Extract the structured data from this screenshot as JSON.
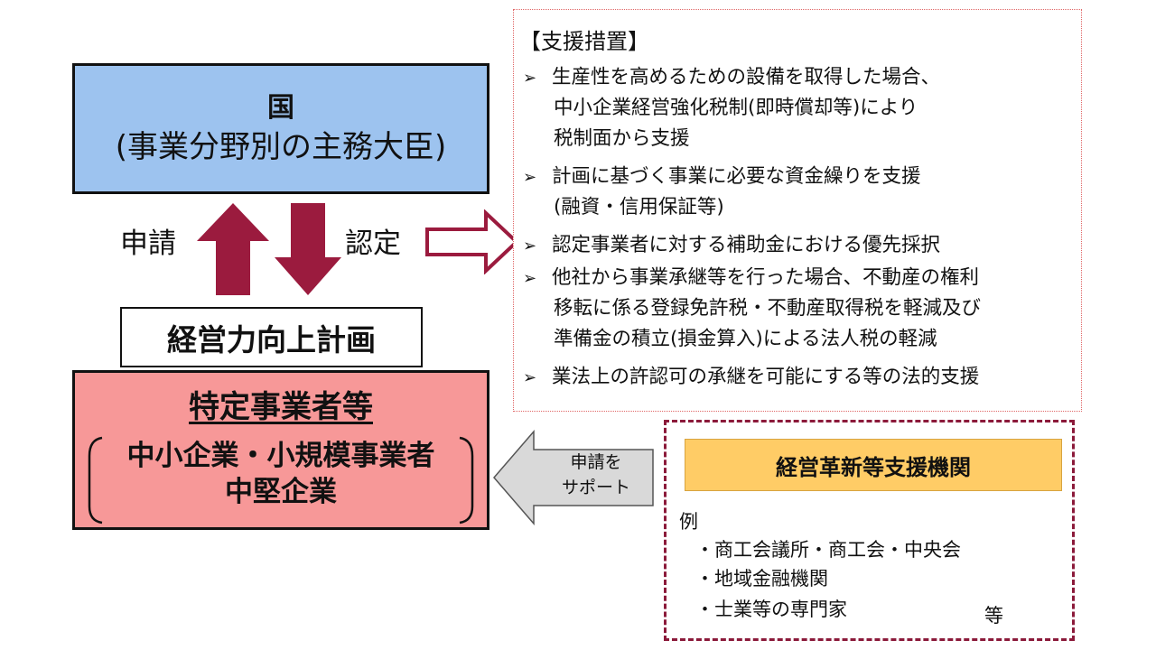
{
  "country": {
    "title": "国",
    "subtitle": "(事業分野別の主務大臣)"
  },
  "flow": {
    "apply_label": "申請",
    "certify_label": "認定"
  },
  "plan": {
    "label": "経営力向上計画"
  },
  "business": {
    "title": "特定事業者等",
    "line1": "中小企業・小規模事業者",
    "line2": "中堅企業"
  },
  "support_measures": {
    "heading": "【支援措置】",
    "items": [
      {
        "mark": "➢",
        "lines": [
          "生産性を高めるための設備を取得した場合、",
          "中小企業経営強化税制(即時償却等)により",
          "税制面から支援"
        ]
      },
      {
        "mark": "➢",
        "lines": [
          "計画に基づく事業に必要な資金繰りを支援",
          "(融資・信用保証等)"
        ]
      },
      {
        "mark": "➢",
        "lines": [
          "認定事業者に対する補助金における優先採択"
        ]
      },
      {
        "mark": "➢",
        "lines": [
          "他社から事業承継等を行った場合、不動産の権利",
          "移転に係る登録免許税・不動産取得税を軽減及び",
          "準備金の積立(損金算入)による法人税の軽減"
        ]
      },
      {
        "mark": "➢",
        "lines": [
          "業法上の許認可の承継を可能にする等の法的支援"
        ]
      }
    ]
  },
  "support_org": {
    "title": "経営革新等支援機関",
    "example_label": "例",
    "items": [
      "・商工会議所・商工会・中央会",
      "・地域金融機関",
      "・士業等の専門家"
    ],
    "etc": "等"
  },
  "support_arrow": {
    "line1": "申請を",
    "line2": "サポート"
  },
  "colors": {
    "country_fill": "#9dc3ef",
    "business_fill": "#f79898",
    "arrow_fill": "#9b1b3e",
    "org_title_fill": "#ffcc66",
    "support_border": "#e06666",
    "org_border": "#8b1a3a",
    "support_arrow_fill": "#d9d9d9"
  }
}
